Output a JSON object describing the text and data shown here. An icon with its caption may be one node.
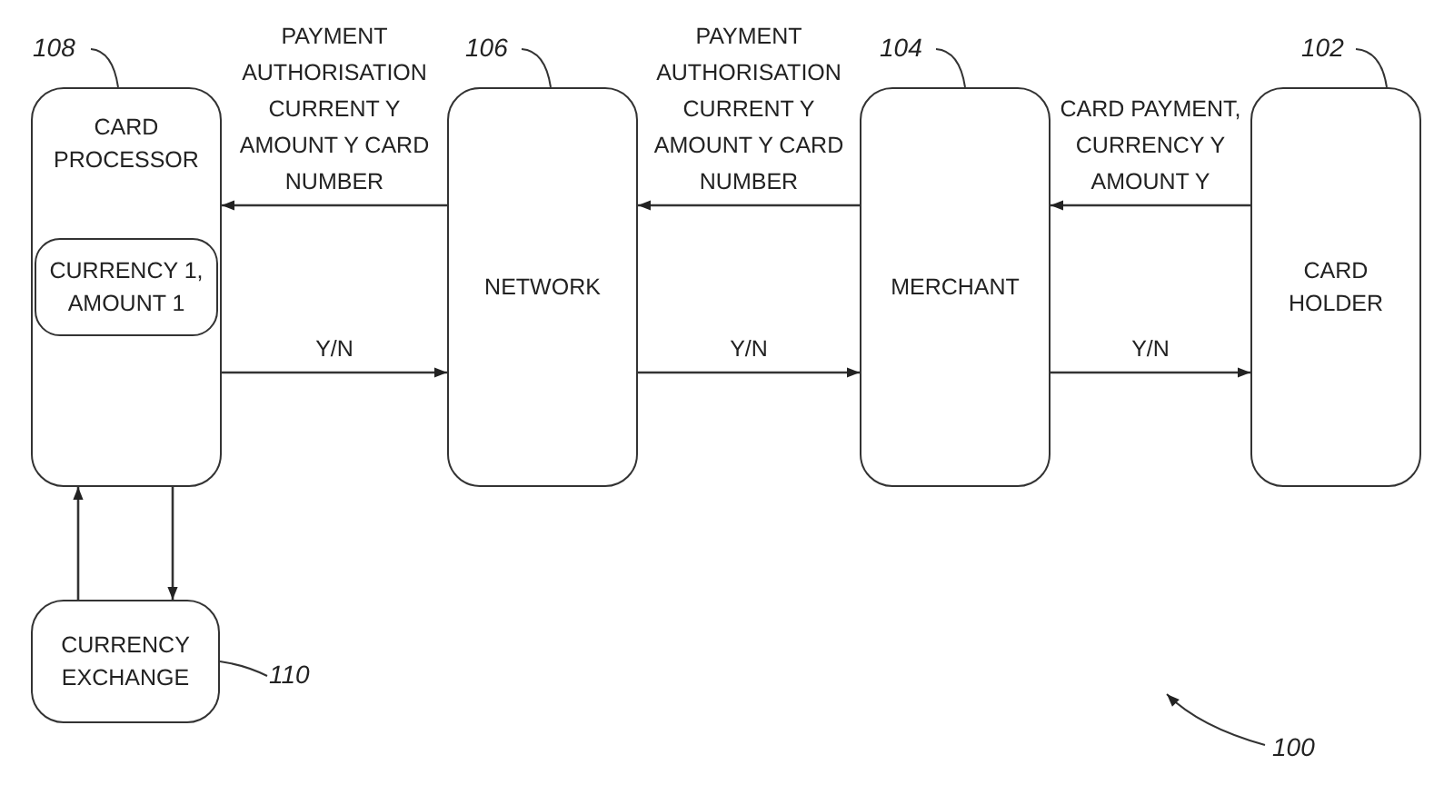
{
  "diagram": {
    "nodes": [
      {
        "text": [
          "CARD PROCESSOR"
        ],
        "beside": [
          "108"
        ]
      },
      {
        "text": [
          "CURRENCY 1, AMOUNT 1"
        ],
        "in": 0
      },
      {
        "text": [
          "NETWORK"
        ],
        "beside": [
          "106"
        ]
      },
      {
        "text": [
          "MERCHANT"
        ],
        "beside": [
          "104"
        ]
      },
      {
        "text": [
          "CARD HOLDER"
        ],
        "beside": [
          "102"
        ]
      },
      {
        "text": [
          "CURRENCY EXCHANGE"
        ],
        "beside": [
          "110"
        ]
      }
    ],
    "edges": [
      {
        "from": 2,
        "to": 0,
        "arrow": "to",
        "label": "PAYMENT AUTHORISATION CURRENT Y AMOUNT Y CARD NUMBER"
      },
      {
        "from": 0,
        "to": 2,
        "arrow": "to",
        "label": "Y/N"
      },
      {
        "from": 3,
        "to": 2,
        "arrow": "to",
        "label": "PAYMENT AUTHORISATION CURRENT Y AMOUNT Y CARD NUMBER"
      },
      {
        "from": 2,
        "to": 3,
        "arrow": "to",
        "label": "Y/N"
      },
      {
        "from": 4,
        "to": 3,
        "arrow": "to",
        "label": "CARD PAYMENT, CURRENCY Y AMOUNT Y"
      },
      {
        "from": 3,
        "to": 4,
        "arrow": "to",
        "label": "Y/N"
      },
      {
        "from": 5,
        "to": 0,
        "arrow": "to"
      },
      {
        "from": 0,
        "to": 5,
        "arrow": "to"
      }
    ],
    "labels": [
      "100"
    ]
  }
}
